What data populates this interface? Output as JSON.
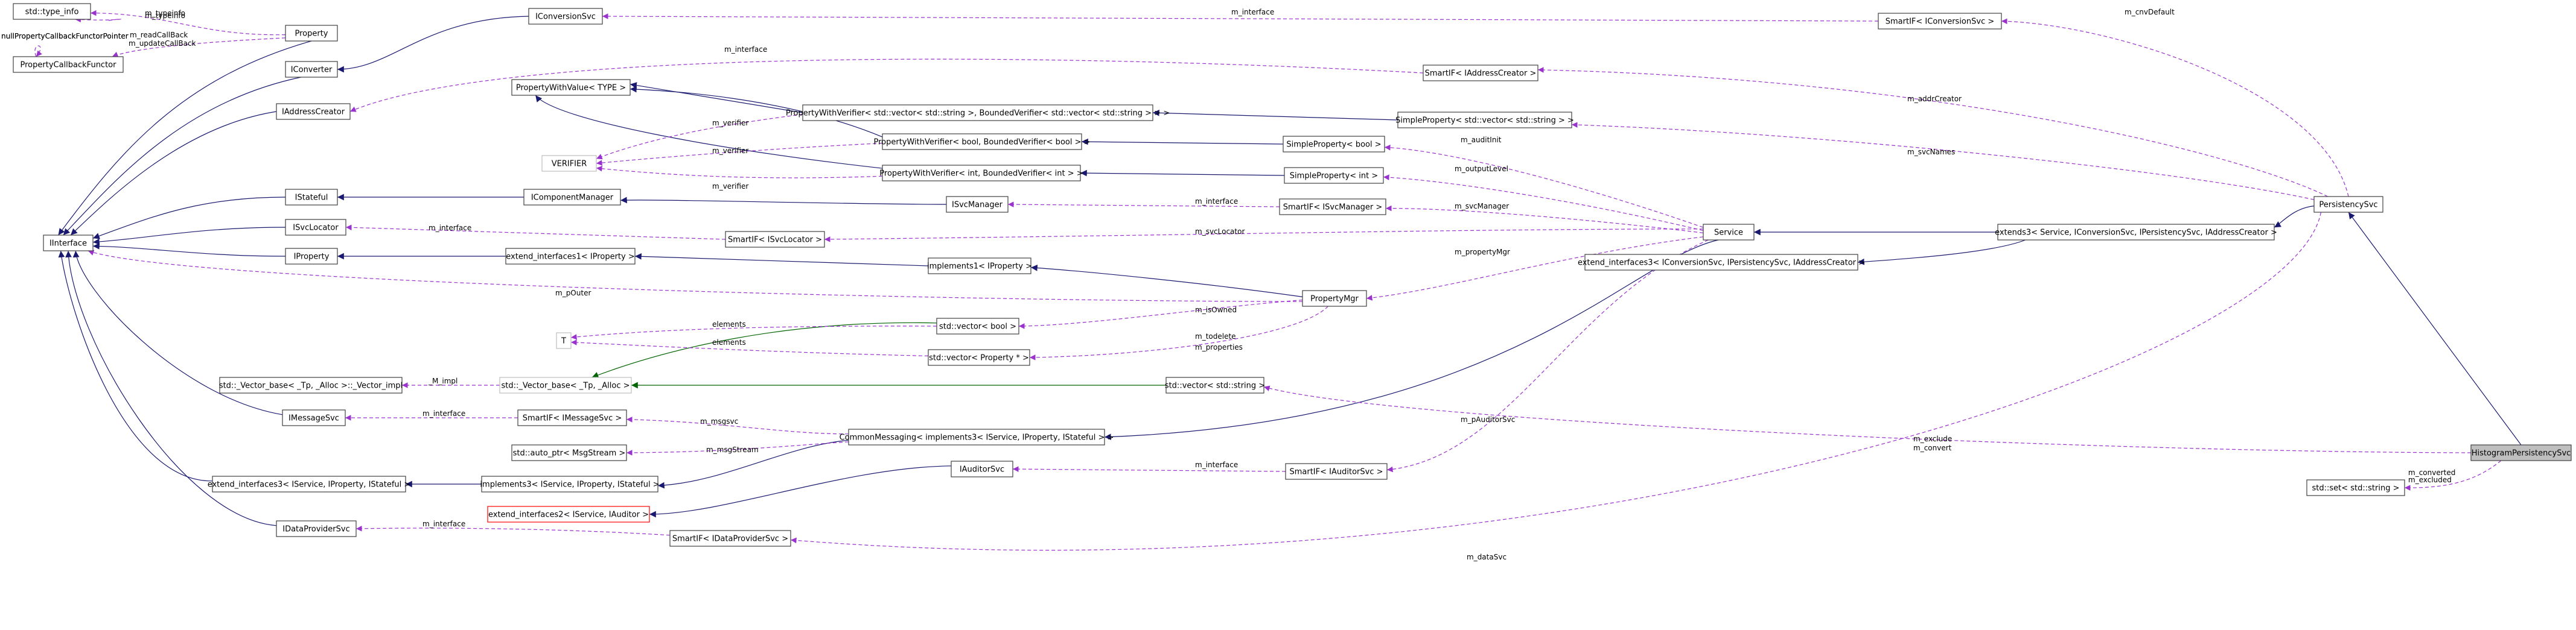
{
  "colors": {
    "inherit": "#191970",
    "usage": "#9a32cd",
    "template": "#006400",
    "node_border": "#404040",
    "grey_border": "#bfbfbf",
    "red_border": "#ff0000",
    "highlight_fill": "#bfbfbf"
  },
  "nodes": {
    "typeinfo": "std::type_info",
    "nullptrcb": "nullPropertyCallbackFunctorPointer",
    "propcbfunctor": "PropertyCallbackFunctor",
    "property": "Property",
    "iconverter": "IConverter",
    "iconversionsvc": "IConversionSvc",
    "iaddresscreator": "IAddressCreator",
    "pwv_type": "PropertyWithValue< TYPE >",
    "verifier": "VERIFIER",
    "istateful": "IStateful",
    "isvclocator": "ISvcLocator",
    "interface": "IInterface",
    "iproperty": "IProperty",
    "icomponentmanager": "IComponentManager",
    "ext1_iproperty": "extend_interfaces1< IProperty >",
    "pwvf_vec": "PropertyWithVerifier< std::vector< std::string >, BoundedVerifier< std::vector< std::string > > >",
    "pwvf_bool": "PropertyWithVerifier< bool, BoundedVerifier< bool > >",
    "pwvf_int": "PropertyWithVerifier< int, BoundedVerifier< int > >",
    "isvcmanager": "ISvcManager",
    "sp_isvclocator": "SmartIF< ISvcLocator >",
    "impl1_iproperty": "implements1< IProperty >",
    "t": "T",
    "vec_bool": "std::vector< bool >",
    "vec_propptr": "std::vector< Property * >",
    "vecbase_impl": "std::_Vector_base< _Tp, _Alloc >::_Vector_impl",
    "vecbase": "std::_Vector_base< _Tp, _Alloc >",
    "imessagesvc": "IMessageSvc",
    "sp_imessagesvc": "SmartIF< IMessageSvc >",
    "autoptr_msgstream": "std::auto_ptr< MsgStream >",
    "ext3_svc": "extend_interfaces3< IService, IProperty, IStateful >",
    "impl3_svc": "implements3< IService, IProperty, IStateful >",
    "ext2_auditor": "extend_interfaces2< IService, IAuditor >",
    "commonmessaging": "CommonMessaging< implements3< IService, IProperty, IStateful > >",
    "idataprovidersvc": "IDataProviderSvc",
    "sp_idataprovidersvc": "SmartIF< IDataProviderSvc >",
    "iauditorsvc": "IAuditorSvc",
    "sp_iauditorsvc": "SmartIF< IAuditorSvc >",
    "vec_string": "std::vector< std::string >",
    "propertymgr": "PropertyMgr",
    "simpleprop_vec": "SimpleProperty< std::vector< std::string > >",
    "simpleprop_bool": "SimpleProperty< bool >",
    "simpleprop_int": "SimpleProperty< int >",
    "sp_isvcmanager": "SmartIF< ISvcManager >",
    "sp_iaddresscreator": "SmartIF< IAddressCreator >",
    "sp_iconversionsvc": "SmartIF< IConversionSvc >",
    "service": "Service",
    "ext3_ext_iconv": "extend_interfaces3< IConversionSvc, IPersistencySvc, IAddressCreator >",
    "extends3": "extends3< Service, IConversionSvc, IPersistencySvc, IAddressCreator >",
    "persistencysvc": "PersistencySvc",
    "histopersistencysvc": "HistogramPersistencySvc",
    "set_string": "std::set< std::string >"
  },
  "edge_labels": {
    "m_typeinfo": "m_typeinfo",
    "m_readcb": "m_readCallBack",
    "m_updatecb": "m_updateCallBack",
    "m_interface": "m_interface",
    "m_verifier": "m_verifier",
    "m_svclocator": "m_svcLocator",
    "m_pouter": "m_pOuter",
    "elements": "elements",
    "m_impl": "_M_impl",
    "m_msgsvc": "m_msgsvc",
    "m_msgstream": "m_msgStream",
    "m_isowned": "m_isOwned",
    "m_todelete": "m_todelete",
    "m_properties": "m_properties",
    "m_auditinit": "m_auditInit",
    "m_outputlevel": "m_outputLevel",
    "m_svcmanager": "m_svcManager",
    "m_propertymgr": "m_propertyMgr",
    "m_pauditorsvc": "m_pAuditorSvc",
    "m_svcnames": "m_svcNames",
    "m_addrcreator": "m_addrCreator",
    "m_cnvdefault": "m_cnvDefault",
    "m_exclude": "m_exclude",
    "m_convert": "m_convert",
    "m_converted": "m_converted",
    "m_excluded": "m_excluded",
    "m_datasvc": "m_dataSvc"
  }
}
